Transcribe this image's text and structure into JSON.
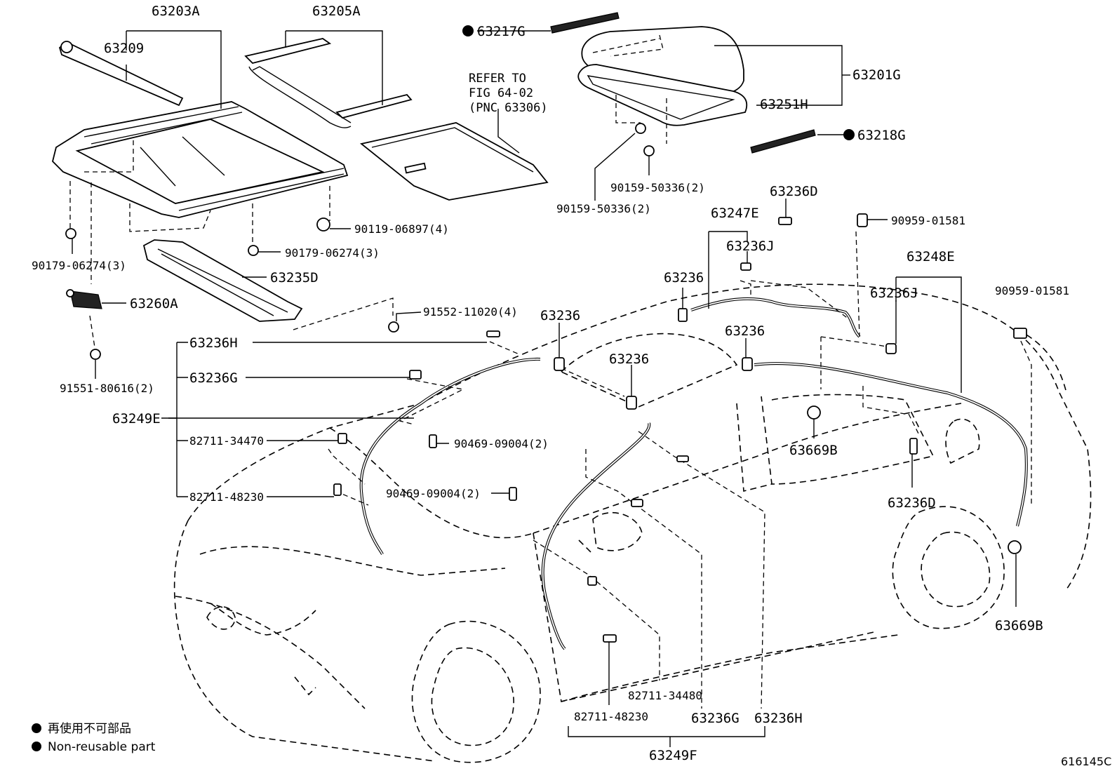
{
  "labels": {
    "p63203A": "63203A",
    "p63209": "63209",
    "p63205A": "63205A",
    "p63217G": "63217G",
    "p63201G": "63201G",
    "p63251H": "63251H",
    "p63218G": "63218G",
    "refer1": "REFER TO",
    "refer2": "FIG 64-02",
    "refer3": "(PNC 63306)",
    "b90159a": "90159-50336(2)",
    "b90159b": "90159-50336(2)",
    "b90119": "90119-06897(4)",
    "b90179a": "90179-06274(3)",
    "b90179b": "90179-06274(3)",
    "p63235D": "63235D",
    "p63260A": "63260A",
    "b91551": "91551-80616(2)",
    "b91552": "91552-11020(4)",
    "p63236H_l": "63236H",
    "p63236G_l": "63236G",
    "p63249E": "63249E",
    "c82711_34470_l": "82711-34470",
    "c82711_48230_l": "82711-48230",
    "b90469a": "90469-09004(2)",
    "b90469b": "90469-09004(2)",
    "p63236a": "63236",
    "p63236b": "63236",
    "p63236c": "63236",
    "p63236d": "63236",
    "p63247E": "63247E",
    "p63236J_a": "63236J",
    "p63236D_top": "63236D",
    "b90959a": "90959-01581",
    "p63248E": "63248E",
    "p63236J_b": "63236J",
    "b90959b": "90959-01581",
    "p63669B_a": "63669B",
    "p63236D_bot": "63236D",
    "p63669B_b": "63669B",
    "c82711_34480": "82711-34480",
    "c82711_48230_b": "82711-48230",
    "p63236G_b": "63236G",
    "p63236H_b": "63236H",
    "p63249F": "63249F"
  },
  "legend": {
    "jp": "再使用不可部品",
    "en": "Non-reusable part"
  },
  "figure_id": "616145C",
  "colors": {
    "ink": "#000000",
    "paper": "#ffffff"
  }
}
